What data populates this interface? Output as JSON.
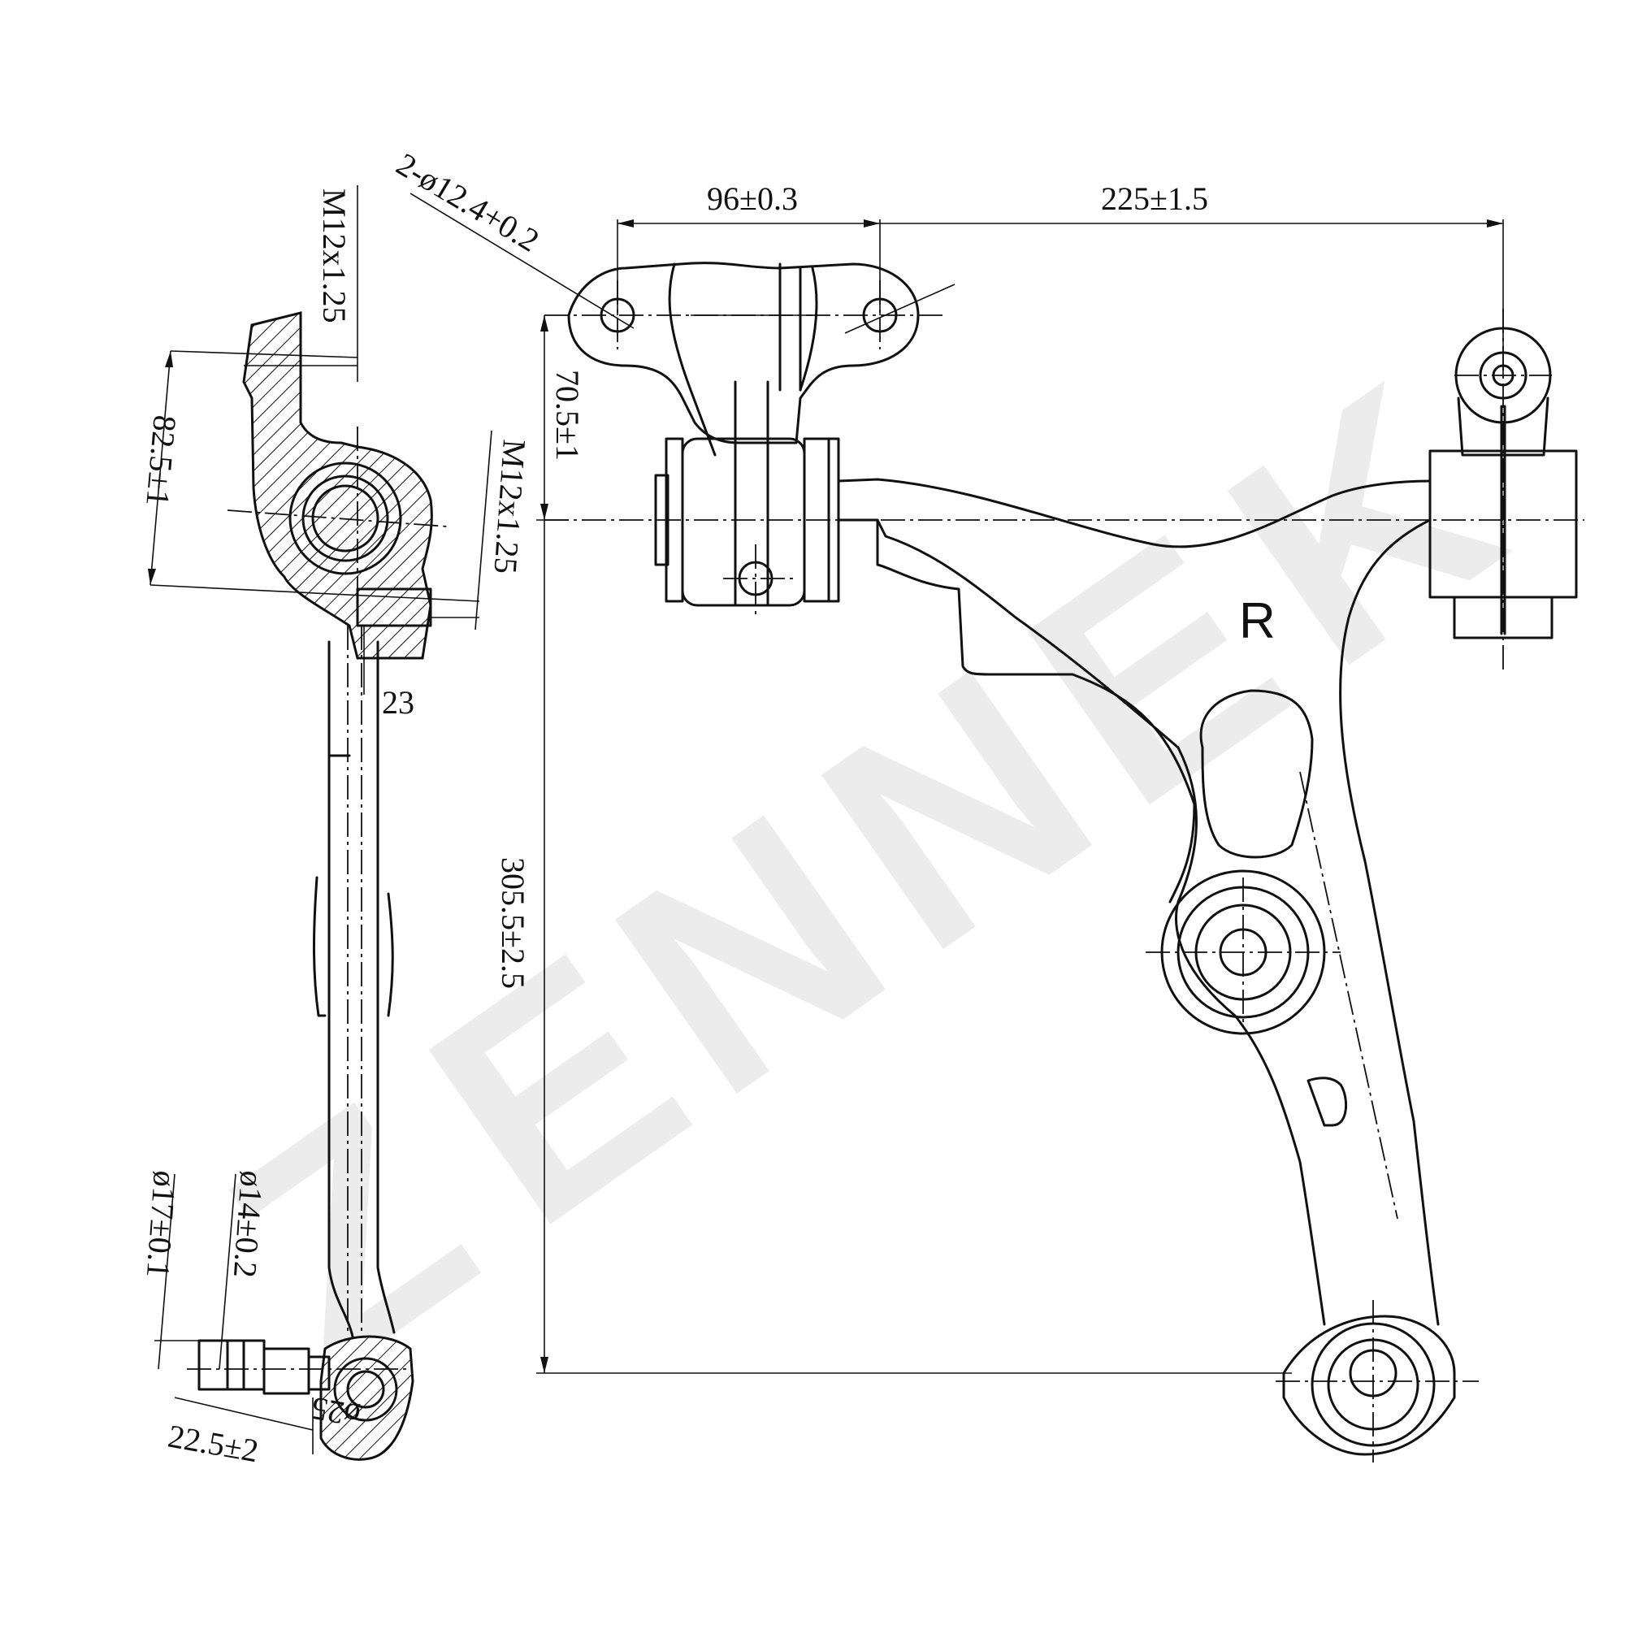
{
  "watermark": {
    "letters": [
      "Z",
      "E",
      "N",
      "N",
      "E",
      "K"
    ]
  },
  "side_label": "R",
  "dimensions": {
    "hole_spec": "2-ø12.4+0.2",
    "mount_spacing": "96±0.3",
    "width": "225±1.5",
    "bushing_height": "70.5±1",
    "overall_height": "305.5±2.5",
    "thread_upper": "M12x1.25",
    "thread_lower": "M12x1.25",
    "offset_825": "82.5±1",
    "length_23": "23",
    "dia_17": "ø17±0.1",
    "dia_14": "ø14±0.2",
    "length_225": "22.5±2",
    "ball_dia": "ø25"
  }
}
